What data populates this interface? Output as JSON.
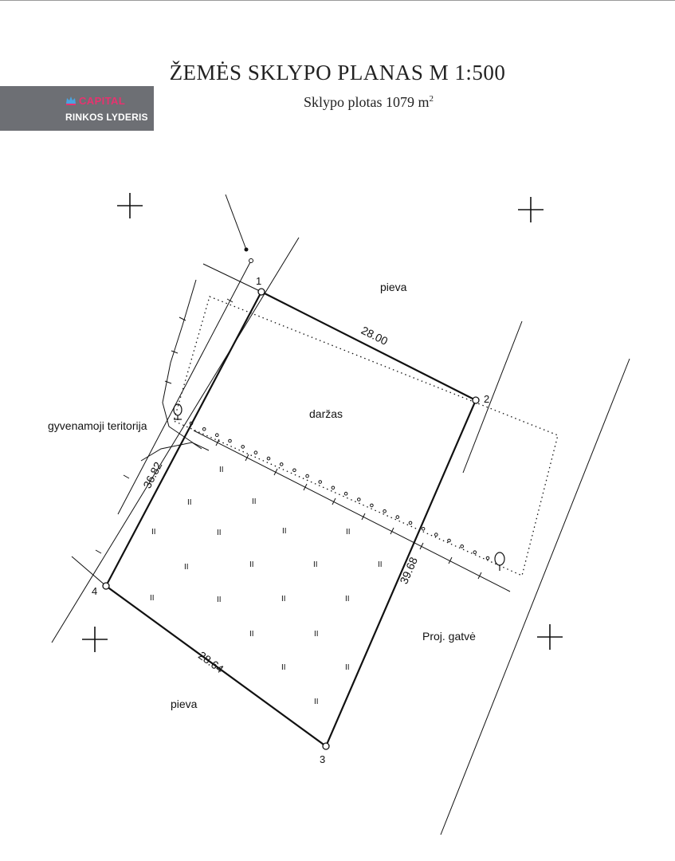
{
  "header": {
    "title": "ŽEMĖS SKLYPO PLANAS M 1:500",
    "area_label": "Sklypo plotas 1079 m",
    "area_unit_sup": "2"
  },
  "badge": {
    "logo_text": "CAPITAL",
    "tagline": "RINKOS LYDERIS",
    "background": "#6d6f74",
    "logo_color": "#e8326f"
  },
  "plan": {
    "points": [
      {
        "id": "p1",
        "label": "1"
      },
      {
        "id": "p2",
        "label": "2"
      },
      {
        "id": "p3",
        "label": "3"
      },
      {
        "id": "p4",
        "label": "4"
      }
    ],
    "sides": [
      {
        "from": "1",
        "to": "2",
        "length": "28.00"
      },
      {
        "from": "2",
        "to": "3",
        "length": "39.68"
      },
      {
        "from": "3",
        "to": "4",
        "length": "28.64"
      },
      {
        "from": "4",
        "to": "1",
        "length": "36.82"
      }
    ],
    "labels": {
      "pieva_top": "pieva",
      "garden": "daržas",
      "residential": "gyvenamoji teritorija",
      "street": "Proj. gatvė",
      "pieva_bottom": "pieva"
    },
    "meadow_symbol": "II"
  }
}
